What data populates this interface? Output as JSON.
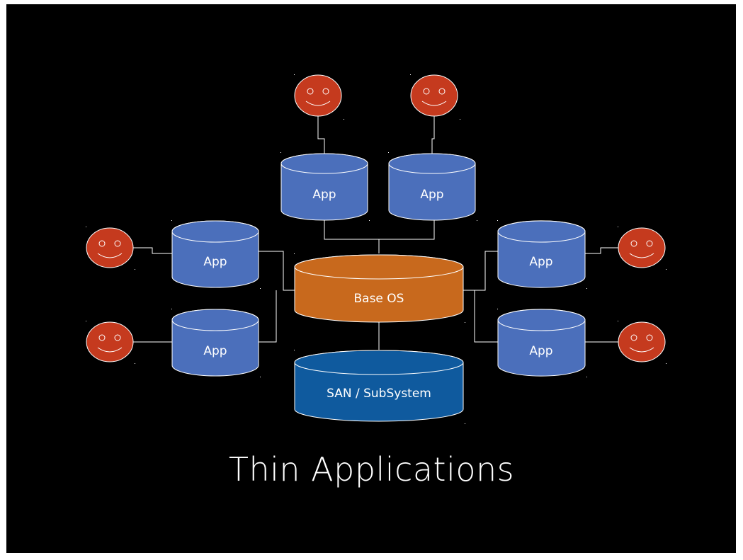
{
  "slide": {
    "title": "Thin Applications",
    "background_color": "#000000"
  },
  "colors": {
    "app": "#4b6fbb",
    "base_os": "#c8691d",
    "san": "#0f5a9e",
    "user": "#c53a1e",
    "connector": "#ffffff"
  },
  "nodes": {
    "base_os": {
      "label": "Base OS"
    },
    "san": {
      "label": "SAN / SubSystem"
    },
    "apps": [
      {
        "id": "app-top-left",
        "label": "App"
      },
      {
        "id": "app-top-right",
        "label": "App"
      },
      {
        "id": "app-mid-left",
        "label": "App"
      },
      {
        "id": "app-low-left",
        "label": "App"
      },
      {
        "id": "app-mid-right",
        "label": "App"
      },
      {
        "id": "app-low-right",
        "label": "App"
      }
    ],
    "users": [
      {
        "id": "user-top-left",
        "icon": "smiley-face-icon"
      },
      {
        "id": "user-top-right",
        "icon": "smiley-face-icon"
      },
      {
        "id": "user-mid-left",
        "icon": "smiley-face-icon"
      },
      {
        "id": "user-low-left",
        "icon": "smiley-face-icon"
      },
      {
        "id": "user-mid-right",
        "icon": "smiley-face-icon"
      },
      {
        "id": "user-low-right",
        "icon": "smiley-face-icon"
      }
    ]
  }
}
